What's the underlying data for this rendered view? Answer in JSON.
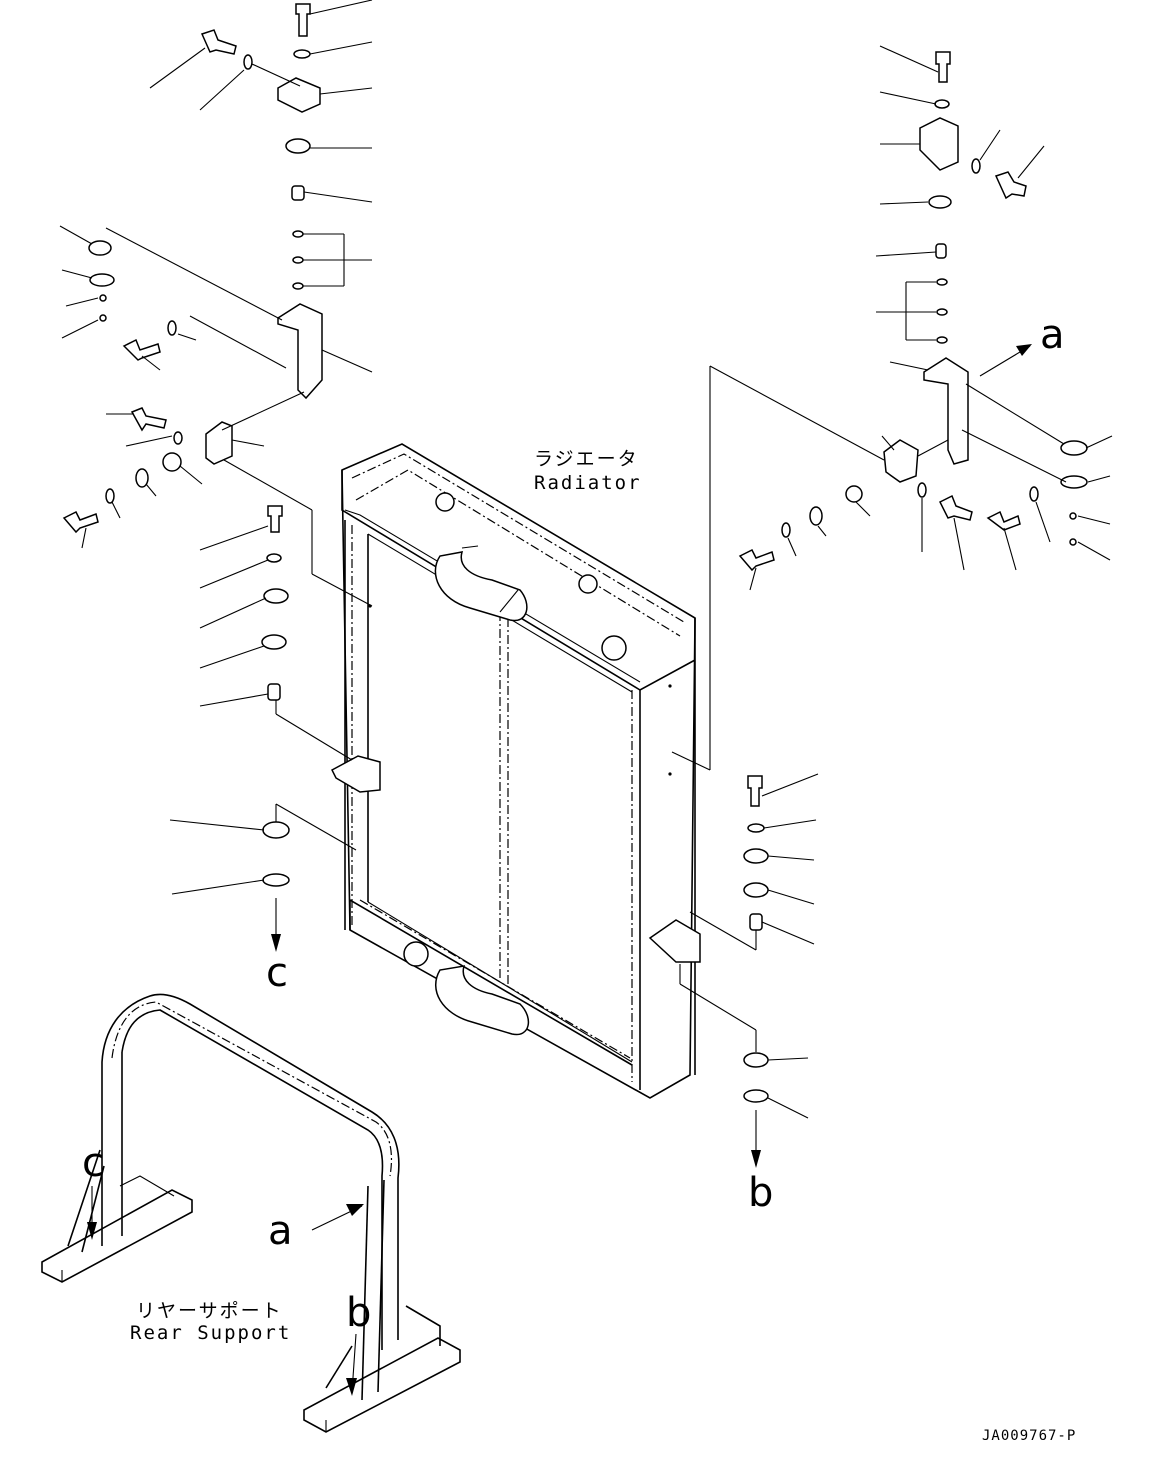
{
  "labels": {
    "radiator_jp": "ラジエータ",
    "radiator_en": "Radiator",
    "rear_support_jp": "リヤーサポート",
    "rear_support_en": "Rear Support",
    "ref_a": "a",
    "ref_b": "b",
    "ref_c": "c",
    "drawing_code": "JA009767-P"
  }
}
